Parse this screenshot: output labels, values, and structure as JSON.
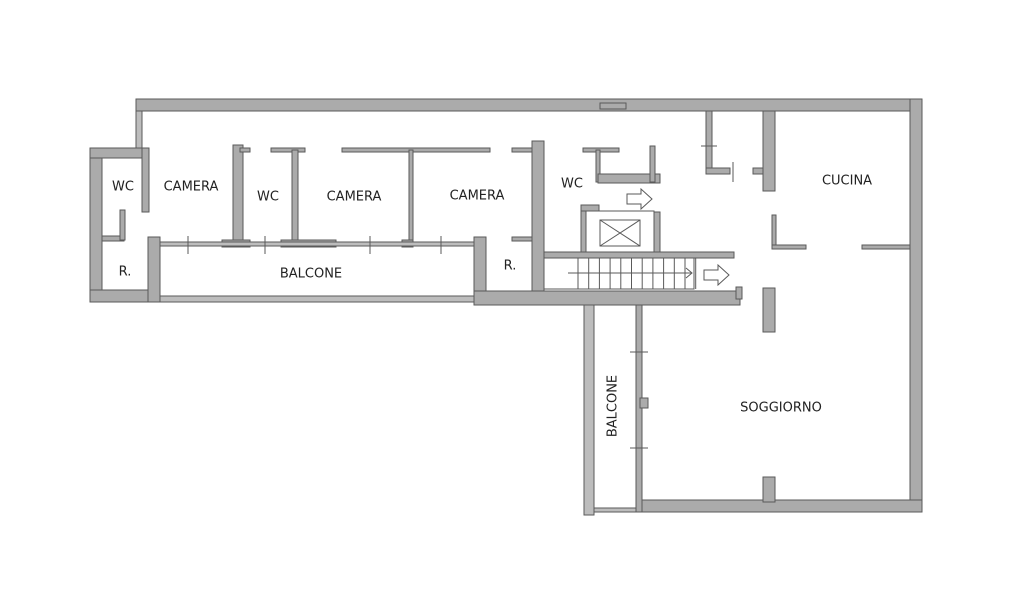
{
  "rooms": {
    "wc1": "WC",
    "camera1": "CAMERA",
    "wc2": "WC",
    "camera2": "CAMERA",
    "camera3": "CAMERA",
    "wc3": "WC",
    "cucina": "CUCINA",
    "r1": "R.",
    "balcone1": "BALCONE",
    "r2": "R.",
    "balcone2": "BALCONE",
    "soggiorno": "SOGGIORNO"
  }
}
